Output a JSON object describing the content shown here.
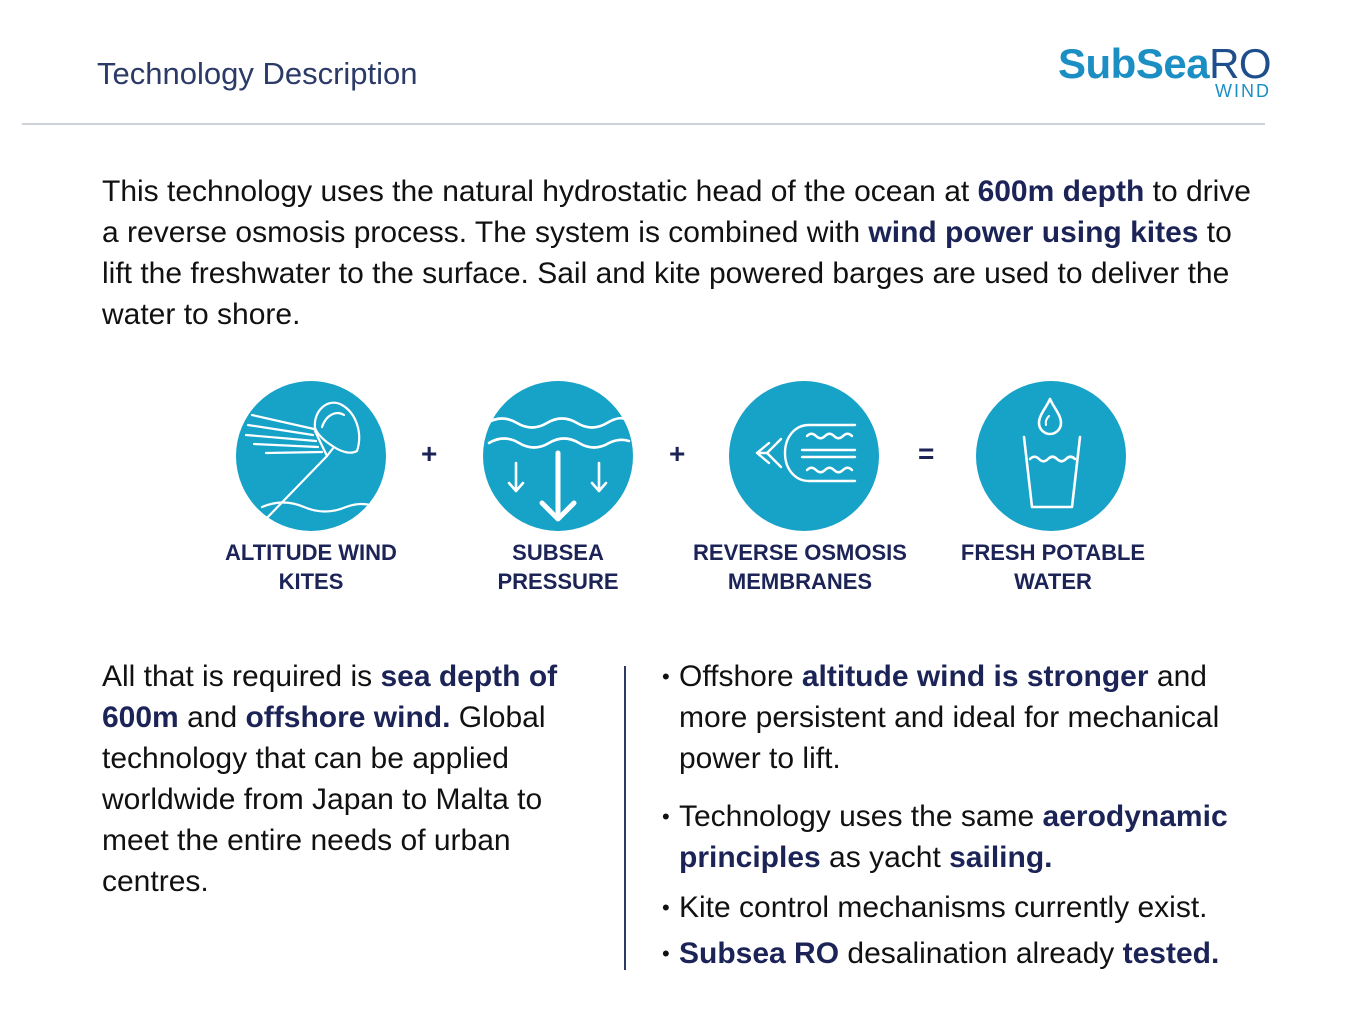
{
  "header": {
    "title": "Technology Description",
    "logo": {
      "sub": "SubSea",
      "ro": "RO",
      "wind": "WIND"
    }
  },
  "intro": {
    "p1": "This technology uses the natural hydrostatic head of the ocean at ",
    "b1": "600m depth",
    "p2": " to drive a reverse osmosis process. The system is combined with ",
    "b2": "wind power using kites",
    "p3": "  to lift the freshwater to the surface.  Sail and kite powered barges are used to deliver the water to shore."
  },
  "icons": [
    {
      "name": "kite-icon",
      "caption": "ALTITUDE  WIND\nKITES"
    },
    {
      "name": "pressure-icon",
      "caption": "SUBSEA\nPRESSURE"
    },
    {
      "name": "membrane-icon",
      "caption": "REVERSE OSMOSIS\nMEMBRANES"
    },
    {
      "name": "water-glass-icon",
      "caption": "FRESH POTABLE\nWATER"
    }
  ],
  "operators": [
    "+",
    "+",
    "="
  ],
  "left": {
    "p1": "All that is required is ",
    "b1": "sea depth of 600m",
    "p2": " and ",
    "b2": "offshore wind.",
    "p3": " Global technology that can be applied worldwide from Japan to Malta to meet the entire needs of urban centres."
  },
  "bullets": {
    "dot": "•",
    "b1": {
      "t1": "Offshore ",
      "b1": "altitude wind is stronger",
      "t2": " and more persistent and ideal for mechanical power to lift."
    },
    "b2": {
      "t1": "Technology uses the same ",
      "b1": "aerodynamic principles",
      "t2": "  as yacht ",
      "b2": "sailing."
    },
    "b3": {
      "t1": "Kite control mechanisms currently exist."
    },
    "b4": {
      "b1": "Subsea RO",
      "t1": " desalination already ",
      "b2": "tested."
    }
  },
  "colors": {
    "accent": "#17a2c8",
    "navy": "#1c2457",
    "title": "#2b3a67"
  }
}
